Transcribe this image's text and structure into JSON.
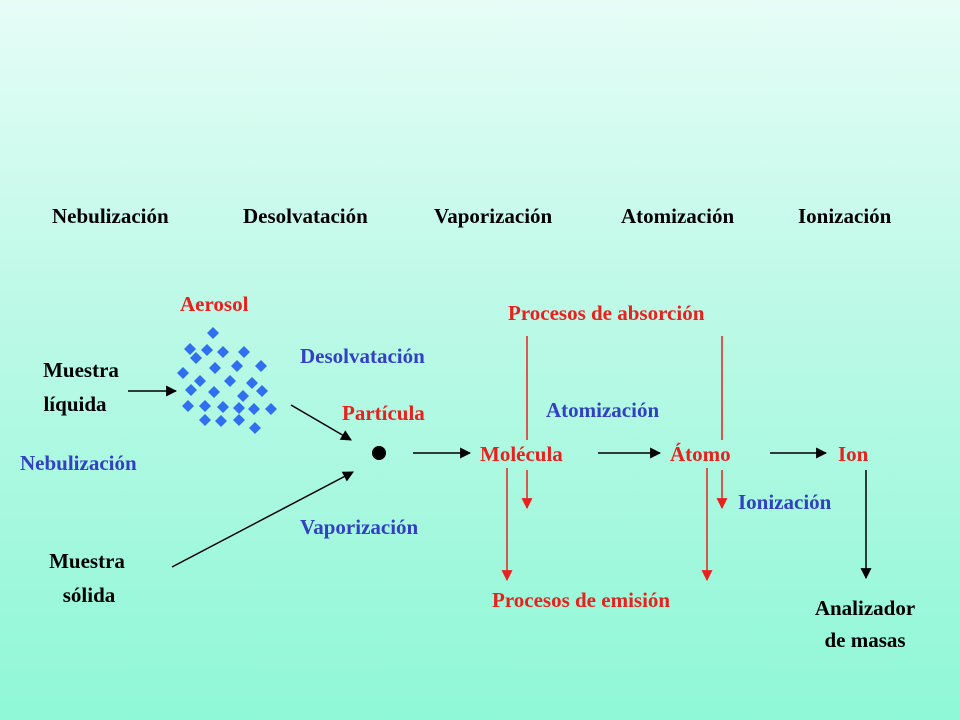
{
  "header_stages": [
    "Nebulización",
    "Desolvatación",
    "Vaporización",
    "Atomización",
    "Ionización"
  ],
  "labels": {
    "aerosol": "Aerosol",
    "muestra_liquida_1": "Muestra",
    "muestra_liquida_2": "líquida",
    "nebulizacion": "Nebulización",
    "muestra_solida_1": "Muestra",
    "muestra_solida_2": "sólida",
    "desolvatacion": "Desolvatación",
    "particula": "Partícula",
    "vaporizacion": "Vaporización",
    "procesos_absorcion": "Procesos de absorción",
    "atomizacion": "Atomización",
    "molecula": "Molécula",
    "atomo": "Átomo",
    "ion": "Ion",
    "ionizacion": "Ionización",
    "procesos_emision": "Procesos de emisión",
    "analizador_1": "Analizador",
    "analizador_2": "de masas"
  },
  "colors": {
    "black": "#000000",
    "red": "#e8211e",
    "blue": "#3340c4",
    "diamond": "#2f6ff0"
  }
}
